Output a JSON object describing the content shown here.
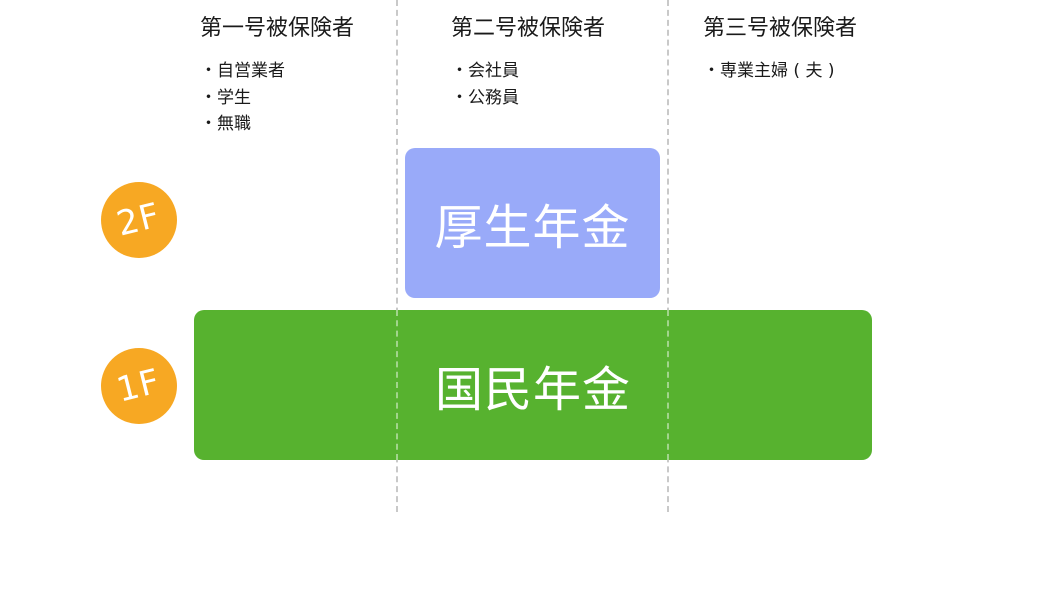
{
  "columns": [
    {
      "title": "第一号被保険者",
      "items": [
        "自営業者",
        "学生",
        "無職"
      ]
    },
    {
      "title": "第二号被保険者",
      "items": [
        "会社員",
        "公務員"
      ]
    },
    {
      "title": "第三号被保険者",
      "items": [
        "専業主婦 ( 夫 )"
      ]
    }
  ],
  "floors": {
    "second": {
      "label": "2F",
      "system": "厚生年金"
    },
    "first": {
      "label": "1F",
      "system": "国民年金"
    }
  },
  "colors": {
    "floor_badge": "#f7a823",
    "kosei_nenkin": "#99aaf9",
    "kokumin_nenkin": "#57b22f",
    "divider": "#c9c9c9"
  }
}
